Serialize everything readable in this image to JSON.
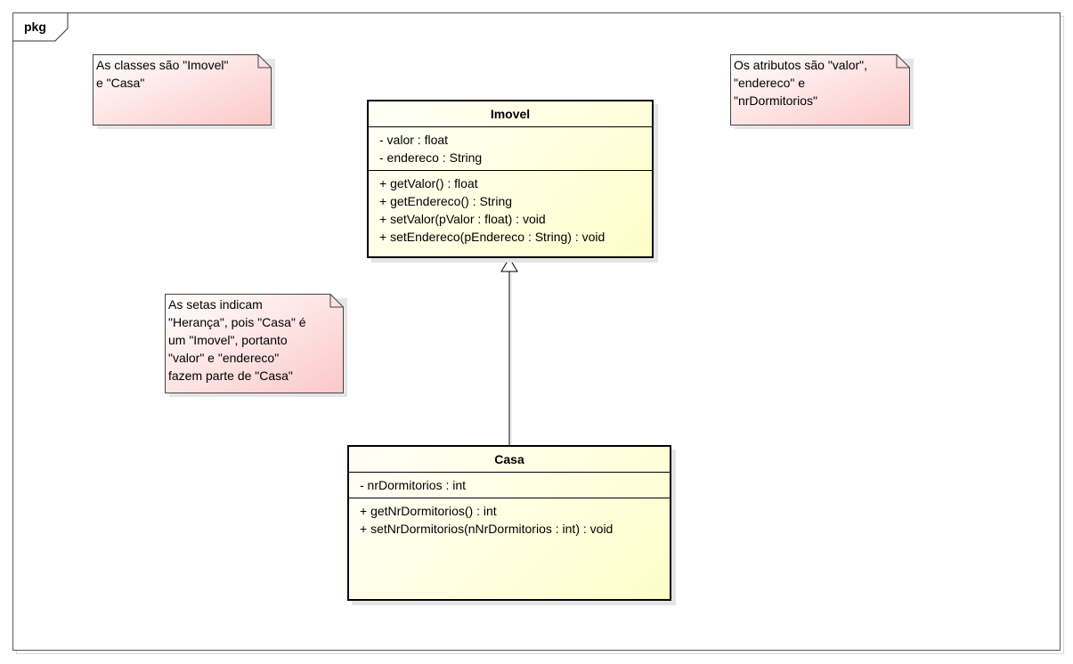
{
  "package": {
    "label": "pkg"
  },
  "notes": [
    {
      "id": "note-classes",
      "text": "As classes são \"Imovel\"\ne \"Casa\""
    },
    {
      "id": "note-attributes",
      "text": "Os atributos são \"valor\",\n\"endereco\" e\n\"nrDormitorios\""
    },
    {
      "id": "note-inheritance",
      "text": "As setas indicam\n\"Herança\", pois \"Casa\" é\num \"Imovel\", portanto\n\"valor\" e \"endereco\"\nfazem parte de \"Casa\""
    }
  ],
  "classes": {
    "imovel": {
      "name": "Imovel",
      "attributes": [
        "- valor : float",
        "- endereco : String"
      ],
      "operations": [
        "+ getValor() : float",
        "+ getEndereco() : String",
        "+ setValor(pValor : float) : void",
        "+ setEndereco(pEndereco : String) : void"
      ]
    },
    "casa": {
      "name": "Casa",
      "attributes": [
        "- nrDormitorios : int"
      ],
      "operations": [
        "+ getNrDormitorios() : int",
        "+ setNrDormitorios(nNrDormitorios : int) : void"
      ]
    }
  },
  "relationships": [
    {
      "type": "generalization",
      "from": "Casa",
      "to": "Imovel"
    }
  ],
  "colors": {
    "note_fill_start": "#ffffff",
    "note_fill_end": "#fcc8c8",
    "class_fill": "#ffffe0",
    "border": "#000000"
  }
}
